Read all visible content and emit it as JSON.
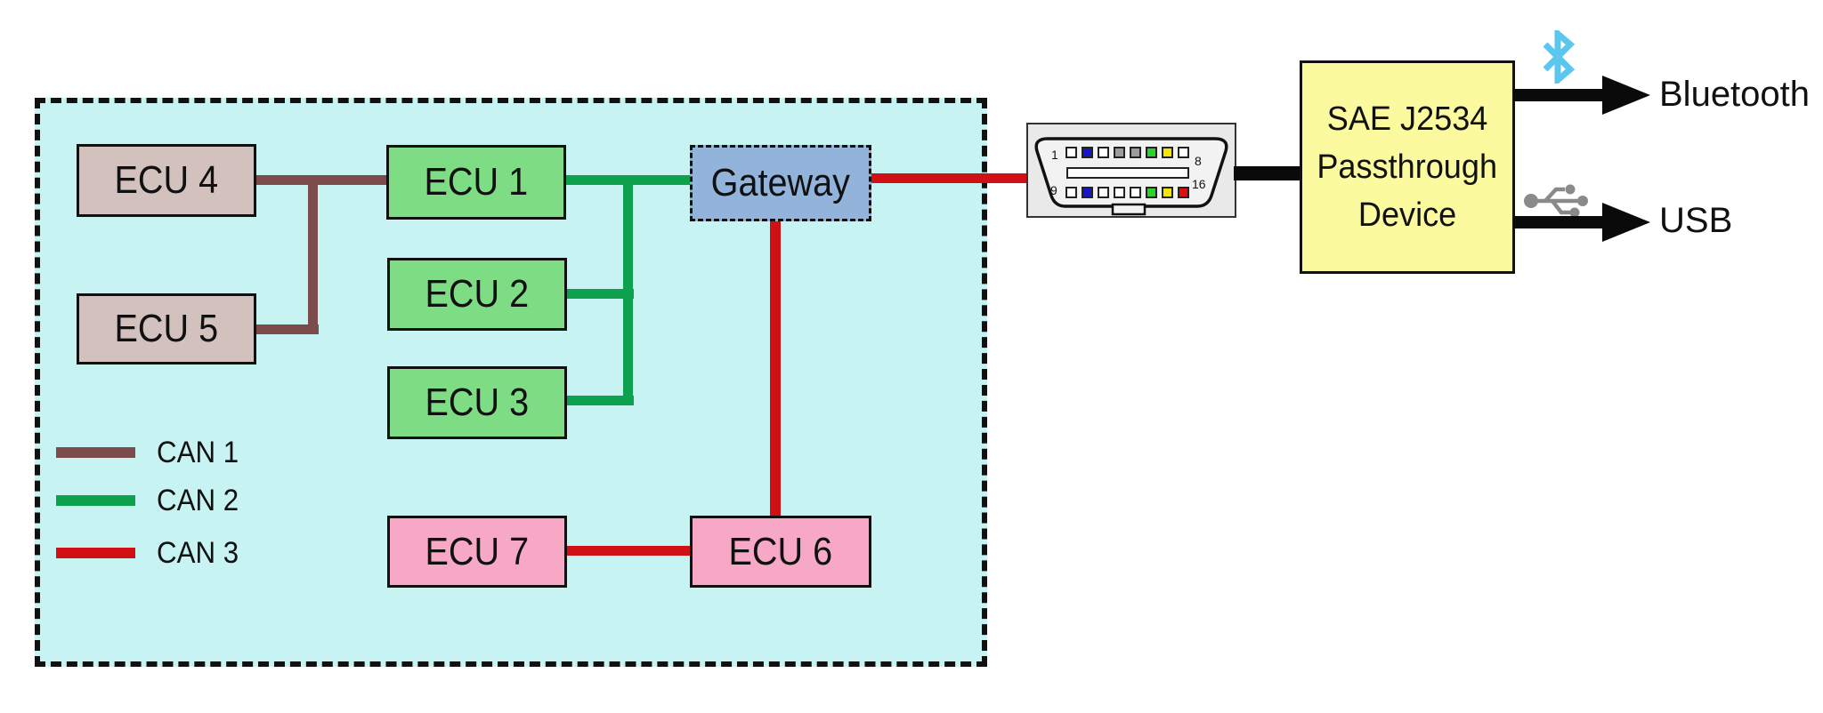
{
  "colors": {
    "panel_bg": "#c7f3f3",
    "ecu_green": "#7edc85",
    "ecu_tan": "#d2c1bc",
    "ecu_pink": "#f6a8c5",
    "gateway_blue": "#92b4da",
    "can1": "#7c4b4c",
    "can2": "#0da04d",
    "can3": "#d01015",
    "device_yellow": "#fbfa9e",
    "bluetooth_blue": "#5bc6ee",
    "usb_gray": "#8a8a8a"
  },
  "nodes": {
    "ecu1": "ECU 1",
    "ecu2": "ECU 2",
    "ecu3": "ECU 3",
    "ecu4": "ECU 4",
    "ecu5": "ECU 5",
    "ecu6": "ECU 6",
    "ecu7": "ECU 7",
    "gateway": "Gateway"
  },
  "legend": {
    "items": [
      {
        "label": "CAN 1",
        "color": "#7c4b4c"
      },
      {
        "label": "CAN 2",
        "color": "#0da04d"
      },
      {
        "label": "CAN 3",
        "color": "#d01015"
      }
    ]
  },
  "obd": {
    "pin_colors_top": [
      "#ffffff",
      "#1515cc",
      "#ffffff",
      "#9c9c9c",
      "#9c9c9c",
      "#2ad42a",
      "#f3e600",
      "#ffffff"
    ],
    "pin_colors_bottom": [
      "#ffffff",
      "#1515cc",
      "#ffffff",
      "#ffffff",
      "#ffffff",
      "#2ad42a",
      "#f3e600",
      "#dd0f0f"
    ],
    "pin_label_top_left": "1",
    "pin_label_top_right": "8",
    "pin_label_bottom_left": "9",
    "pin_label_bottom_right": "16"
  },
  "device": {
    "line1": "SAE J2534",
    "line2": "Passthrough",
    "line3": "Device"
  },
  "outputs": {
    "bluetooth_label": "Bluetooth",
    "usb_label": "USB"
  }
}
